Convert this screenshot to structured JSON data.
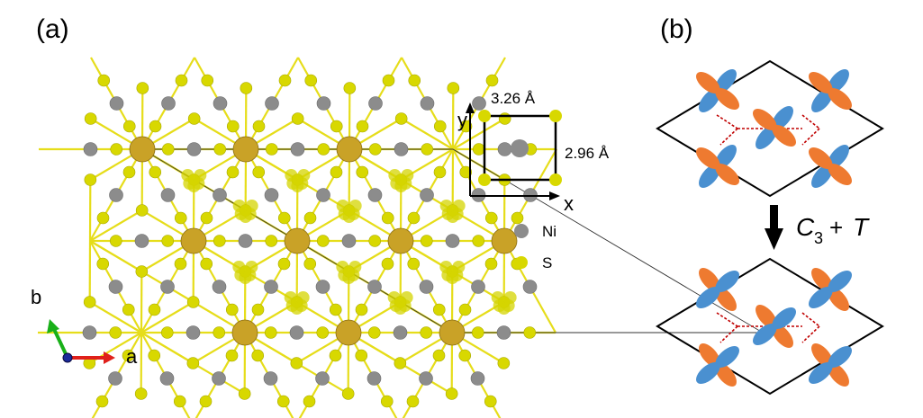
{
  "panel_a": {
    "label": "(a)",
    "inset": {
      "width_label": "3.26 Å",
      "height_label": "2.96 Å",
      "x_axis": "x",
      "y_axis": "y"
    },
    "legend": [
      {
        "name": "Ni",
        "color": "#8c8c8c"
      },
      {
        "name": "S",
        "color": "#d8d800"
      }
    ],
    "lattice_axes": {
      "a": "a",
      "b": "b"
    },
    "colors": {
      "ni_atom": "#8c8c8c",
      "s_atom": "#d8d800",
      "center_atom": "#c9a227",
      "bond": "#e6dd1a",
      "density": "#d4d400",
      "a_arrow": "#e0201b",
      "b_arrow": "#19b019",
      "origin": "#1a2a9a"
    }
  },
  "panel_b": {
    "label": "(b)",
    "transform": {
      "c": "C",
      "sub": "3",
      "plus": "+",
      "t": "T"
    },
    "colors": {
      "orbital_blue": "#4a90d0",
      "orbital_orange": "#ee7a30",
      "dash": "#c00000"
    }
  }
}
